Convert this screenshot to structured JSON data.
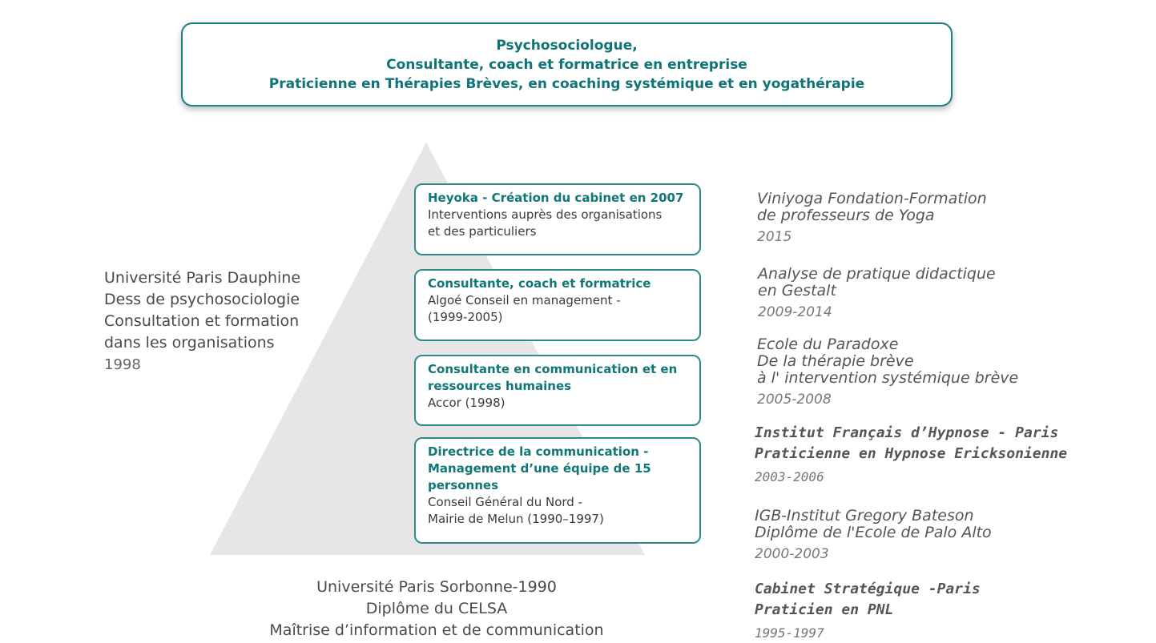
{
  "header": {
    "lines": [
      "Psychosociologue,",
      "Consultante, coach et formatrice en entreprise",
      "Praticienne en Thérapies Brèves, en coaching systémique et en yogathérapie"
    ]
  },
  "roles": [
    {
      "title": [
        "Heyoka - Création du cabinet en 2007"
      ],
      "desc": [
        "Interventions auprès des organisations",
        "et des particuliers"
      ]
    },
    {
      "title": [
        "Consultante, coach et formatrice"
      ],
      "desc": [
        "Algoé Conseil en management -",
        "(1999-2005)"
      ]
    },
    {
      "title": [
        "Consultante en communication et en",
        "ressources humaines"
      ],
      "desc": [
        "Accor (1998)"
      ]
    },
    {
      "title": [
        "Directrice de la communication -",
        "Management d’une équipe de 15",
        "personnes"
      ],
      "desc": [
        "Conseil Général du Nord -",
        "Mairie de Melun (1990–1997)"
      ]
    }
  ],
  "left_education": {
    "lines": [
      "Université Paris Dauphine",
      "Dess de psychosociologie",
      "Consultation et formation",
      "dans les organisations"
    ],
    "year": "1998"
  },
  "bottom_education": {
    "lines": [
      "Université Paris Sorbonne-1990",
      "Diplôme du CELSA",
      "Maîtrise d’information et de communication"
    ]
  },
  "trainings": [
    {
      "name": [
        "Viniyoga Fondation-Formation",
        "de professeurs de Yoga"
      ],
      "year": "2015"
    },
    {
      "name": [
        "Analyse de pratique didactique",
        "en Gestalt"
      ],
      "year": "2009-2014"
    },
    {
      "name": [
        "Ecole du Paradoxe",
        "De la thérapie brève",
        "à l' intervention systémique brève"
      ],
      "year": "2005-2008"
    },
    {
      "name": [
        "Institut Français d’Hypnose - Paris",
        "Praticienne en Hypnose Ericksonienne"
      ],
      "year": "2003-2006"
    },
    {
      "name": [
        "IGB-Institut Gregory Bateson",
        "Diplôme de l'Ecole de Palo Alto"
      ],
      "year": "2000-2003"
    },
    {
      "name": [
        "Cabinet Stratégique -Paris",
        "Praticien en PNL"
      ],
      "year": "1995-1997"
    }
  ],
  "colors": {
    "accent": "#117676",
    "pyramid": "#e6e6e6"
  }
}
